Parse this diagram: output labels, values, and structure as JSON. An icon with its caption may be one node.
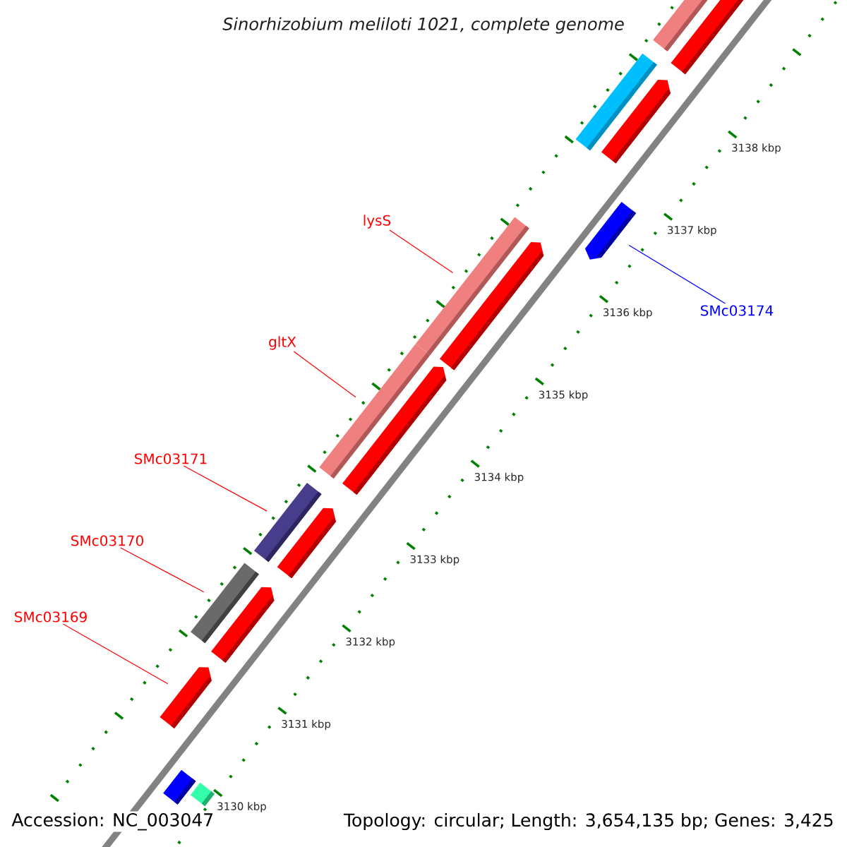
{
  "diagram": {
    "title": "Sinorhizobium meliloti 1021, complete genome",
    "nodes": [
      {
        "text": [
          "lysS"
        ]
      },
      {
        "text": [],
        "shape": "bar"
      },
      {
        "text": [
          "SMc03174"
        ]
      },
      {
        "text": [],
        "shape": "arrow"
      },
      {
        "text": [
          "gltX"
        ]
      },
      {
        "text": [],
        "shape": "bar"
      },
      {
        "text": [
          "SMc03171"
        ]
      },
      {
        "text": [],
        "shape": "bar"
      },
      {
        "text": [
          "SMc03170"
        ]
      },
      {
        "text": [],
        "shape": "bar"
      },
      {
        "text": [
          "SMc03169"
        ]
      },
      {
        "text": [],
        "shape": "arrow"
      },
      {
        "text": [],
        "shape": "arrow"
      },
      {
        "text": [],
        "shape": "bar"
      },
      {
        "text": [],
        "shape": "bar"
      },
      {
        "text": [],
        "shape": "arrow"
      },
      {
        "text": [],
        "shape": "arrow"
      },
      {
        "text": [],
        "shape": "arrow"
      },
      {
        "text": [],
        "shape": "arrow"
      },
      {
        "text": [],
        "shape": "arrow"
      },
      {
        "text": [],
        "shape": "bar"
      },
      {
        "text": [],
        "shape": "bar"
      }
    ],
    "edges": [
      {
        "from": 0,
        "to": 1,
        "arrow": "none"
      },
      {
        "from": 2,
        "to": 3,
        "arrow": "none",
        "color": "#0000ff"
      },
      {
        "from": 4,
        "to": 5,
        "arrow": "none"
      },
      {
        "from": 6,
        "to": 7,
        "arrow": "none"
      },
      {
        "from": 8,
        "to": 9,
        "arrow": "none"
      },
      {
        "from": 10,
        "to": 11,
        "arrow": "none"
      }
    ],
    "labels": [
      "3138 kbp",
      "3137 kbp",
      "3136 kbp",
      "3135 kbp",
      "3134 kbp",
      "3133 kbp",
      "3132 kbp",
      "3131 kbp",
      "3130 kbp",
      "Accession: NC_003047",
      "Topology: circular; Length: 3,654,135 bp; Genes: 3,425"
    ]
  }
}
